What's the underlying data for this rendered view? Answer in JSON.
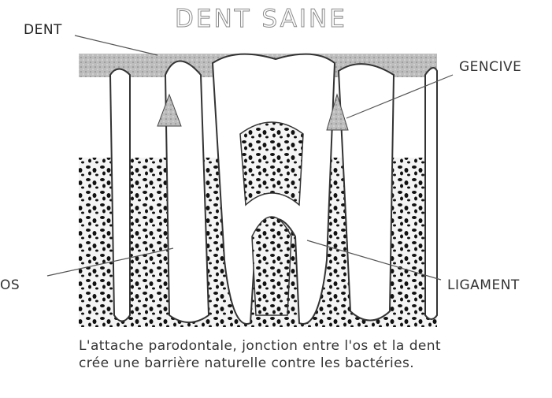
{
  "title": "DENT SAINE",
  "labels": {
    "dent": "DENT",
    "gencive": "GENCIVE",
    "os": "OS",
    "ligament": "LIGAMENT"
  },
  "caption": "L'attache parodontale, jonction entre l'os et la dent crée une barrière naturelle contre les bactéries."
}
